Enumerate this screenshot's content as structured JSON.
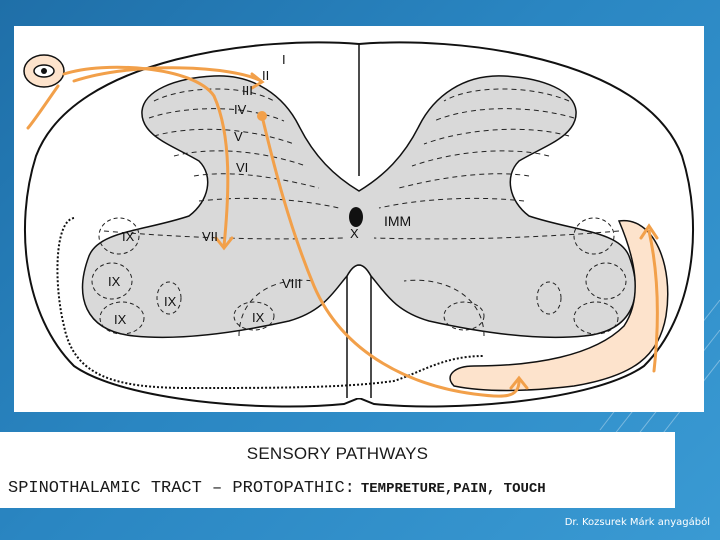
{
  "figure": {
    "labels": {
      "lamina_i": "I",
      "lamina_ii": "II",
      "lamina_iii": "III",
      "lamina_iv": "IV",
      "lamina_v": "V",
      "lamina_vi": "VI",
      "lamina_vii": "VII",
      "lamina_viii": "VIII",
      "lamina_ix": "IX",
      "lamina_x": "X",
      "imm": "IMM"
    },
    "colors": {
      "pathway": "#f2a04a",
      "tract_fill": "#fde3cc",
      "gray_matter": "#d9d9d9",
      "outline": "#111111"
    },
    "icons": [
      "receptor-eye-icon"
    ]
  },
  "caption": {
    "title": "SENSORY PATHWAYS",
    "tract_name": "SPINOTHALAMIC TRACT – PROTOPATHIC:",
    "modalities": "TEMPRETURE,PAIN, TOUCH"
  },
  "credit": "Dr. Kozsurek Márk anyagából"
}
